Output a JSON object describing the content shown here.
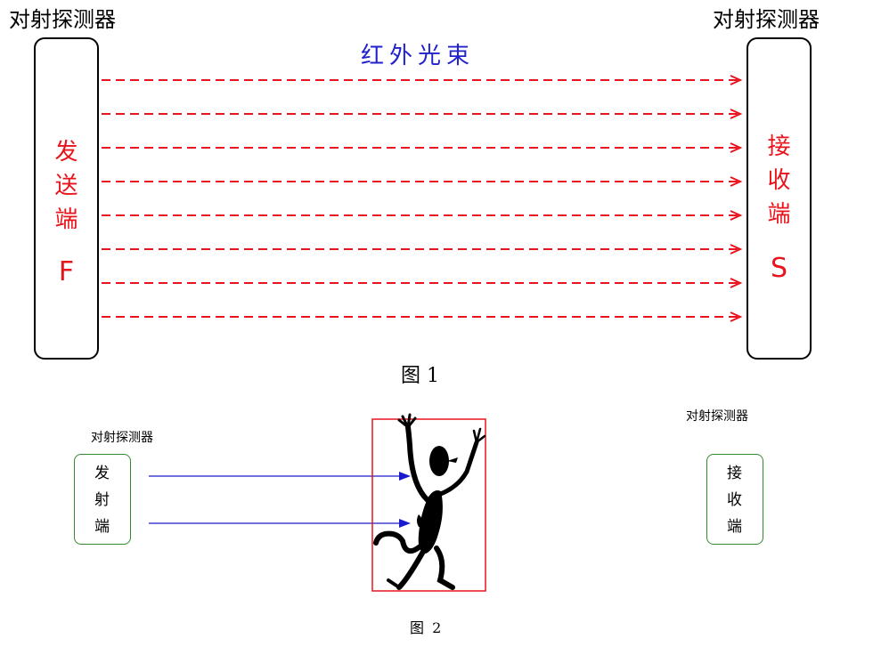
{
  "figure1": {
    "left_header": "对射探测器",
    "right_header": "对射探测器",
    "beam_title": "红外光束",
    "transmitter": {
      "chars": [
        "发",
        "送",
        "端"
      ],
      "letter": "F"
    },
    "receiver": {
      "chars": [
        "接",
        "收",
        "端"
      ],
      "letter": "S"
    },
    "caption": "图 1",
    "beam_count": 8,
    "beam_color": "#e8141c"
  },
  "figure2": {
    "left_header": "对射探测器",
    "right_header": "对射探测器",
    "transmitter": {
      "chars": [
        "发",
        "射",
        "端"
      ]
    },
    "receiver": {
      "chars": [
        "接",
        "收",
        "端"
      ]
    },
    "caption": "图 2",
    "beam_count": 2,
    "beam_color": "#1a1acc",
    "box_color": "#2e8b2e",
    "intruder_frame_color": "#e8141c"
  }
}
